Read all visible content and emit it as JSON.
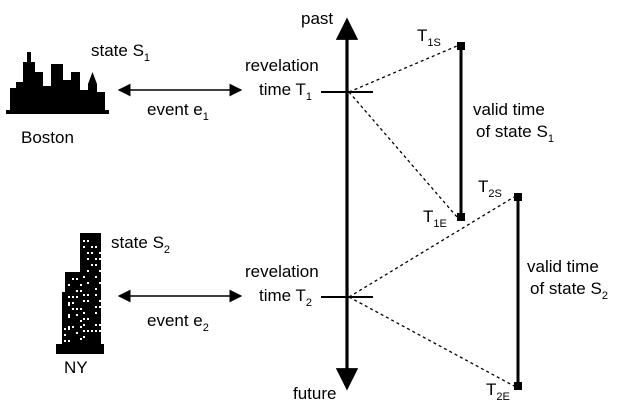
{
  "axis": {
    "top_label": "past",
    "bottom_label": "future"
  },
  "boston": {
    "city_label": "Boston",
    "state_label": "state S",
    "state_sub": "1",
    "event_label": "event e",
    "event_sub": "1",
    "revelation_line1": "revelation",
    "revelation_line2": "time T",
    "revelation_sub": "1",
    "start_marker": "T",
    "start_marker_sub": "1S",
    "end_marker": "T",
    "end_marker_sub": "1E",
    "valid_line1": "valid time",
    "valid_line2": "of state S",
    "valid_sub": "1"
  },
  "ny": {
    "city_label": "NY",
    "state_label": "state S",
    "state_sub": "2",
    "event_label": "event e",
    "event_sub": "2",
    "revelation_line1": "revelation",
    "revelation_line2": "time T",
    "revelation_sub": "2",
    "start_marker": "T",
    "start_marker_sub": "2S",
    "end_marker": "T",
    "end_marker_sub": "2E",
    "valid_line1": "valid time",
    "valid_line2": "of state S",
    "valid_sub": "2"
  },
  "colors": {
    "ink": "#000000",
    "window": "#ffffff"
  }
}
